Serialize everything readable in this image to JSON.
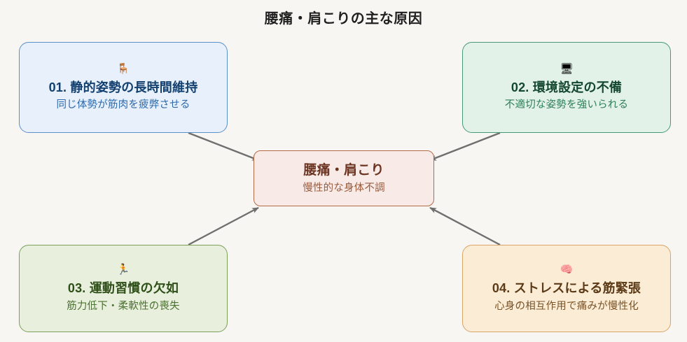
{
  "diagram": {
    "title": "腰痛・肩こりの主な原因",
    "type": "cause-effect-convergence",
    "background_color": "#f7f6f3",
    "connector_color": "#6f6f6f",
    "center": {
      "title": "腰痛・肩こり",
      "subtitle": "慢性的な身体不調",
      "fill_color": "#f8ebe7",
      "border_color": "#b36a47",
      "text_color": "#6b3320"
    },
    "causes": [
      {
        "id": "01",
        "icon": "chair-icon",
        "icon_glyph": "🪑",
        "title": "01. 静的姿勢の長時間維持",
        "subtitle": "同じ体勢が筋肉を疲弊させる",
        "fill_color": "#e7f0fb",
        "border_color": "#5b8fc9",
        "text_color": "#13406f",
        "position": "top-left"
      },
      {
        "id": "02",
        "icon": "desktop-computer-icon",
        "icon_glyph": "🖥",
        "title": "02. 環境設定の不備",
        "subtitle": "不適切な姿勢を強いられる",
        "fill_color": "#e3f2e9",
        "border_color": "#469a74",
        "text_color": "#14472f",
        "position": "top-right"
      },
      {
        "id": "03",
        "icon": "running-person-icon",
        "icon_glyph": "🏃",
        "title": "03. 運動習慣の欠如",
        "subtitle": "筋力低下・柔軟性の喪失",
        "fill_color": "#e8efdd",
        "border_color": "#7aa05a",
        "text_color": "#2f4f18",
        "position": "bottom-left"
      },
      {
        "id": "04",
        "icon": "brain-icon",
        "icon_glyph": "🧠",
        "title": "04. ストレスによる筋緊張",
        "subtitle": "心身の相互作用で痛みが慢性化",
        "fill_color": "#fbecd6",
        "border_color": "#d9a566",
        "text_color": "#5b3a17",
        "position": "bottom-right"
      }
    ]
  }
}
